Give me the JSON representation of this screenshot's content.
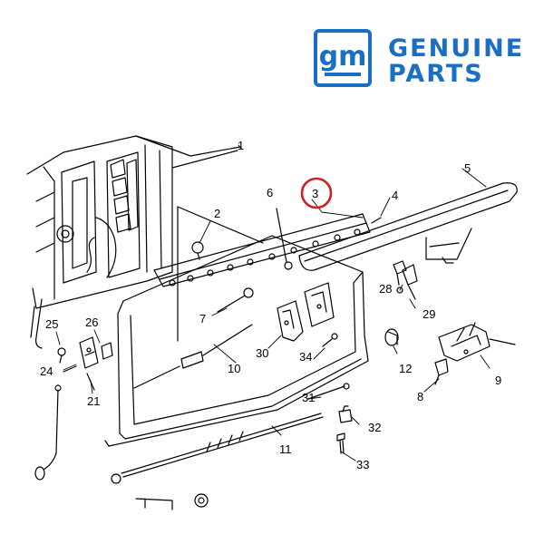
{
  "brand": {
    "logo_text": "gm",
    "line1": "GENUINE",
    "line2": "PARTS",
    "color": "#1a6fc4"
  },
  "highlight": {
    "callout": "3",
    "color": "#d01f1f"
  },
  "callouts": {
    "c1": "1",
    "c2": "2",
    "c3": "3",
    "c4": "4",
    "c5": "5",
    "c6": "6",
    "c7": "7",
    "c8": "8",
    "c9": "9",
    "c10": "10",
    "c11": "11",
    "c12": "12",
    "c21": "21",
    "c24": "24",
    "c25": "25",
    "c26": "26",
    "c28": "28",
    "c29": "29",
    "c30": "30",
    "c31": "31",
    "c32": "32",
    "c33": "33",
    "c34": "34"
  }
}
